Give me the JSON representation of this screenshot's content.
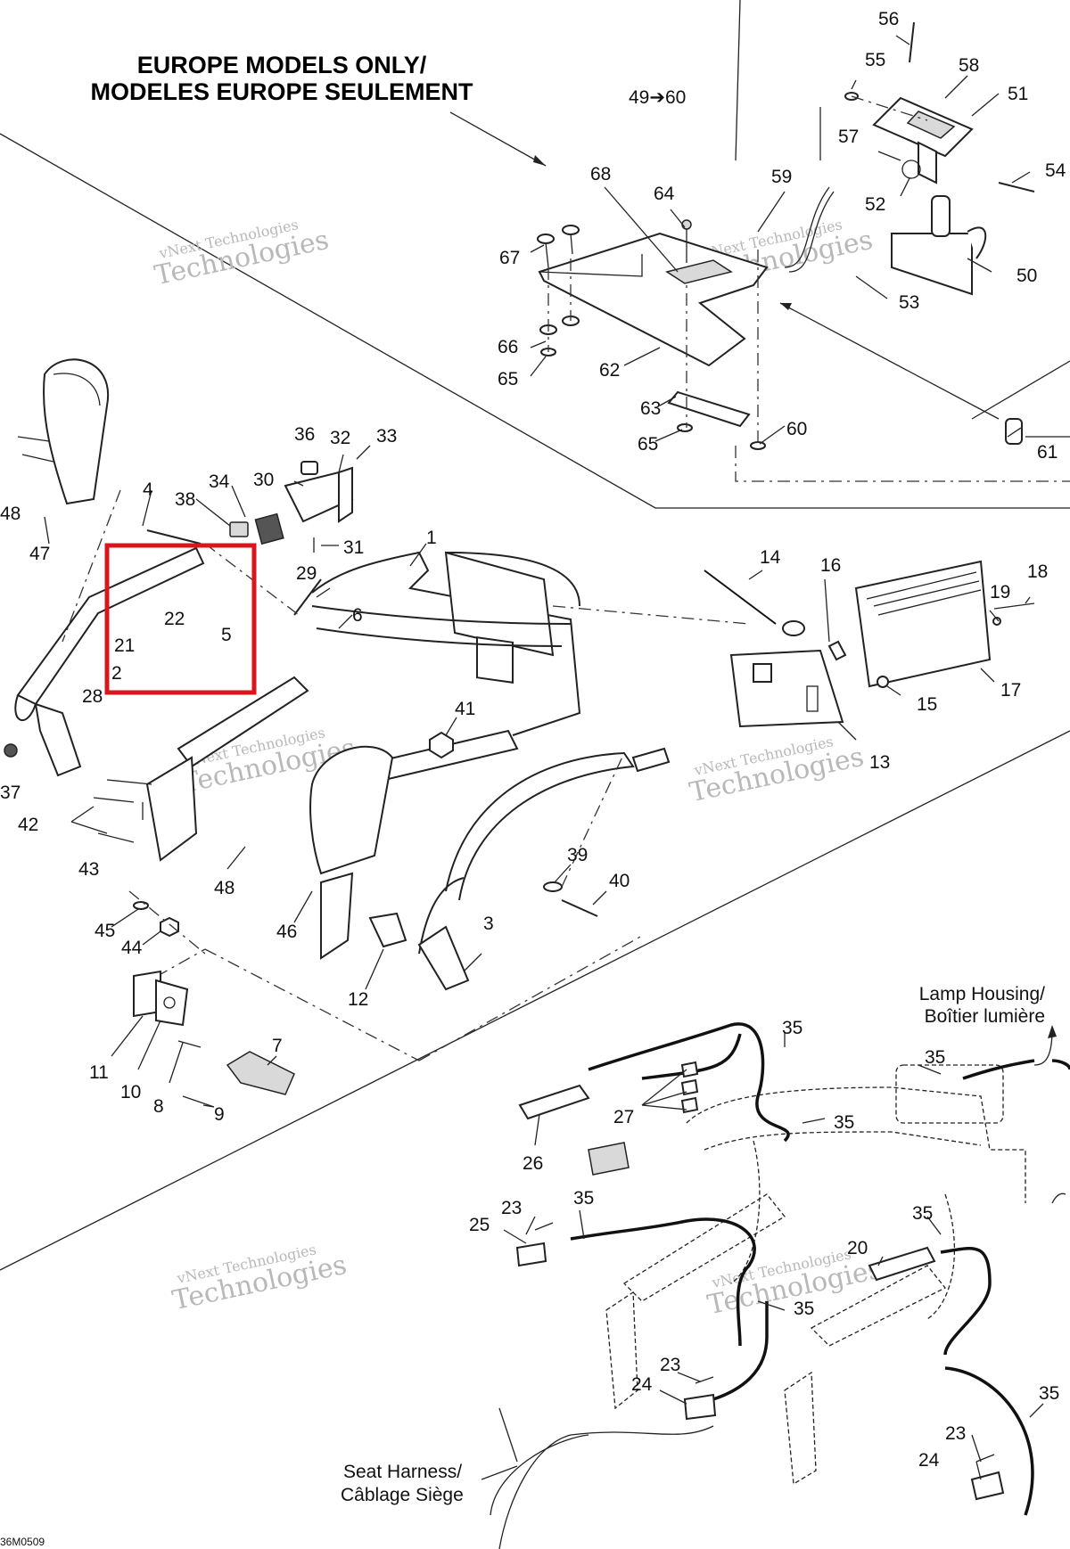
{
  "title_line1": "EUROPE MODELS ONLY/",
  "title_line2": "MODELES EUROPE SEULEMENT",
  "range_label": "49➔60",
  "watermark_line1": "vNext Technologies",
  "watermark_line2": "Technologies",
  "captions": {
    "lamp_housing_en": "Lamp Housing/",
    "lamp_housing_fr": "Boîtier lumière",
    "seat_harness_en": "Seat Harness/",
    "seat_harness_fr": "Câblage Siège"
  },
  "drawing_code": "36M0509",
  "highlight_color": "#d9161c",
  "callouts": [
    {
      "id": "c56",
      "text": "56"
    },
    {
      "id": "c55",
      "text": "55"
    },
    {
      "id": "c58",
      "text": "58"
    },
    {
      "id": "c51",
      "text": "51"
    },
    {
      "id": "c57",
      "text": "57"
    },
    {
      "id": "c54",
      "text": "54"
    },
    {
      "id": "c52",
      "text": "52"
    },
    {
      "id": "c50",
      "text": "50"
    },
    {
      "id": "c53",
      "text": "53"
    },
    {
      "id": "c68",
      "text": "68"
    },
    {
      "id": "c64",
      "text": "64"
    },
    {
      "id": "c59",
      "text": "59"
    },
    {
      "id": "c67",
      "text": "67"
    },
    {
      "id": "c66",
      "text": "66"
    },
    {
      "id": "c65a",
      "text": "65"
    },
    {
      "id": "c62",
      "text": "62"
    },
    {
      "id": "c63",
      "text": "63"
    },
    {
      "id": "c65b",
      "text": "65"
    },
    {
      "id": "c60",
      "text": "60"
    },
    {
      "id": "c61",
      "text": "61"
    },
    {
      "id": "c48a",
      "text": "48"
    },
    {
      "id": "c47",
      "text": "47"
    },
    {
      "id": "c4",
      "text": "4"
    },
    {
      "id": "c38",
      "text": "38"
    },
    {
      "id": "c34",
      "text": "34"
    },
    {
      "id": "c30",
      "text": "30"
    },
    {
      "id": "c36",
      "text": "36"
    },
    {
      "id": "c32",
      "text": "32"
    },
    {
      "id": "c33",
      "text": "33"
    },
    {
      "id": "c31",
      "text": "31"
    },
    {
      "id": "c1",
      "text": "1"
    },
    {
      "id": "c29",
      "text": "29"
    },
    {
      "id": "c6",
      "text": "6"
    },
    {
      "id": "c22",
      "text": "22"
    },
    {
      "id": "c5",
      "text": "5"
    },
    {
      "id": "c21",
      "text": "21"
    },
    {
      "id": "c2",
      "text": "2"
    },
    {
      "id": "c28",
      "text": "28"
    },
    {
      "id": "c37",
      "text": "37"
    },
    {
      "id": "c42",
      "text": "42"
    },
    {
      "id": "c43",
      "text": "43"
    },
    {
      "id": "c41",
      "text": "41"
    },
    {
      "id": "c48b",
      "text": "48"
    },
    {
      "id": "c46",
      "text": "46"
    },
    {
      "id": "c45",
      "text": "45"
    },
    {
      "id": "c44",
      "text": "44"
    },
    {
      "id": "c39",
      "text": "39"
    },
    {
      "id": "c40",
      "text": "40"
    },
    {
      "id": "c3",
      "text": "3"
    },
    {
      "id": "c12",
      "text": "12"
    },
    {
      "id": "c14",
      "text": "14"
    },
    {
      "id": "c16",
      "text": "16"
    },
    {
      "id": "c18",
      "text": "18"
    },
    {
      "id": "c19",
      "text": "19"
    },
    {
      "id": "c17",
      "text": "17"
    },
    {
      "id": "c15",
      "text": "15"
    },
    {
      "id": "c13",
      "text": "13"
    },
    {
      "id": "c7",
      "text": "7"
    },
    {
      "id": "c11",
      "text": "11"
    },
    {
      "id": "c10",
      "text": "10"
    },
    {
      "id": "c8",
      "text": "8"
    },
    {
      "id": "c9",
      "text": "9"
    },
    {
      "id": "c35a",
      "text": "35"
    },
    {
      "id": "c35b",
      "text": "35"
    },
    {
      "id": "c35c",
      "text": "35"
    },
    {
      "id": "c27",
      "text": "27"
    },
    {
      "id": "c26",
      "text": "26"
    },
    {
      "id": "c23a",
      "text": "23"
    },
    {
      "id": "c35d",
      "text": "35"
    },
    {
      "id": "c25",
      "text": "25"
    },
    {
      "id": "c35e",
      "text": "35"
    },
    {
      "id": "c20",
      "text": "20"
    },
    {
      "id": "c35f",
      "text": "35"
    },
    {
      "id": "c23b",
      "text": "23"
    },
    {
      "id": "c24a",
      "text": "24"
    },
    {
      "id": "c35g",
      "text": "35"
    },
    {
      "id": "c23c",
      "text": "23"
    },
    {
      "id": "c24b",
      "text": "24"
    }
  ]
}
